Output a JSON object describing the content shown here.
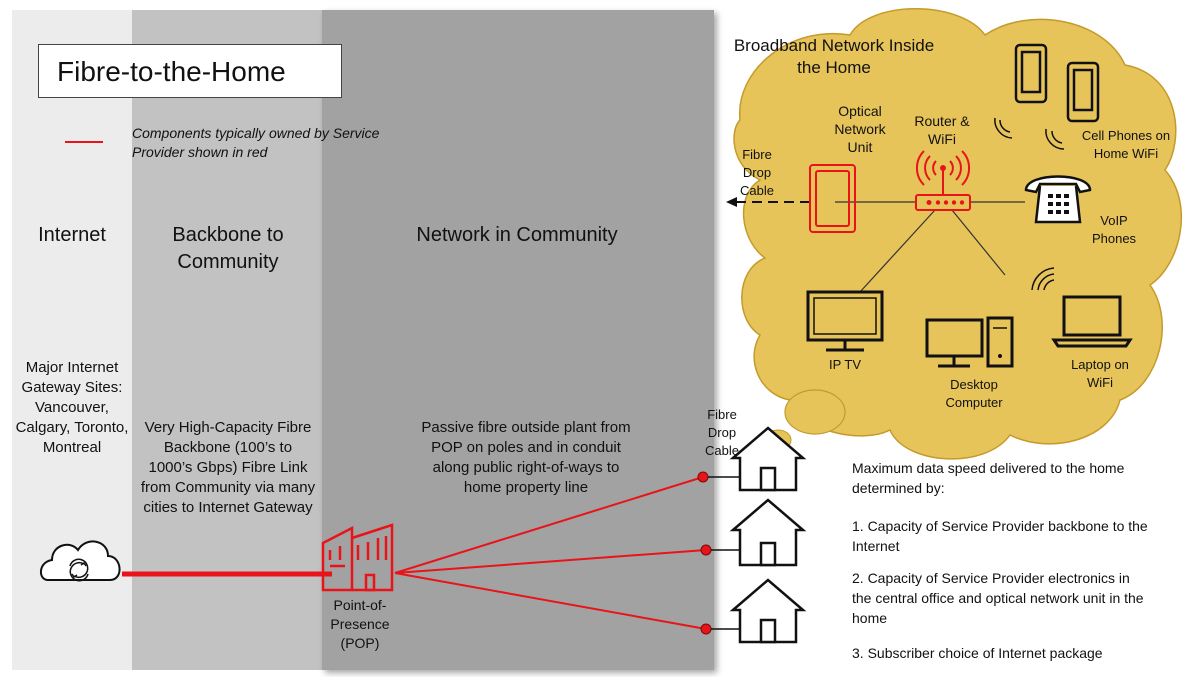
{
  "title": "Fibre-to-the-Home",
  "legend": {
    "text": "Components typically  owned by Service Provider shown in red",
    "color": "#e8141a"
  },
  "columns": {
    "internet": "Internet",
    "backbone": "Backbone to Community",
    "community": "Network in Community"
  },
  "internet_text": "Major Internet Gateway Sites: Vancouver, Calgary, Toronto, Montreal",
  "backbone_text": "Very High-Capacity Fibre Backbone (100’s to 1000’s Gbps) Fibre Link from Community via many cities to Internet Gateway",
  "community_text": "Passive fibre outside plant from POP on poles and in conduit along public right-of-ways to home property line",
  "pop_label": "Point-of-Presence (POP)",
  "home": {
    "title": "Broadband Network Inside the Home",
    "onu": "Optical Network Unit",
    "router": "Router & WiFi",
    "fibre_drop_top": "Fibre Drop Cable",
    "fibre_drop_bottom": "Fibre Drop Cable",
    "cell": "Cell Phones on Home WiFi",
    "voip": "VoIP Phones",
    "iptv": "IP TV",
    "desktop": "Desktop Computer",
    "laptop": "Laptop on WiFi"
  },
  "speed": {
    "heading": "Maximum data speed delivered to the home determined by:",
    "items": [
      "1. Capacity of Service Provider backbone to the Internet",
      "2. Capacity of Service Provider electronics in the central office and optical network unit in the home",
      "3. Subscriber choice of Internet package"
    ]
  },
  "colors": {
    "cloud": "#e7c45a",
    "cloud_edge": "#c49a2a",
    "red": "#e8141a"
  }
}
